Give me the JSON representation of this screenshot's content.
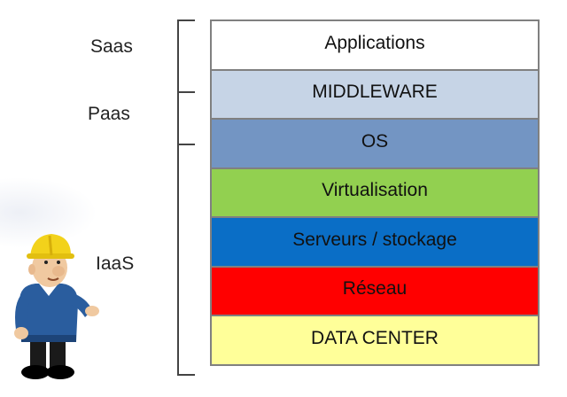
{
  "layers": [
    {
      "label": "Applications",
      "color": "#ffffff"
    },
    {
      "label": "MIDDLEWARE",
      "color": "#c6d4e6"
    },
    {
      "label": "OS",
      "color": "#7395c3"
    },
    {
      "label": "Virtualisation",
      "color": "#92d050"
    },
    {
      "label": "Serveurs / stockage",
      "color": "#0a6ec6"
    },
    {
      "label": "Réseau",
      "color": "#ff0000"
    },
    {
      "label": "DATA CENTER",
      "color": "#ffff99"
    }
  ],
  "tiers": {
    "saas": "Saas",
    "paas": "Paas",
    "iaas": "IaaS"
  },
  "illustration": {
    "name": "construction-worker-icon",
    "helmet_color": "#f2d21b",
    "shirt_color": "#2a5d9e"
  }
}
